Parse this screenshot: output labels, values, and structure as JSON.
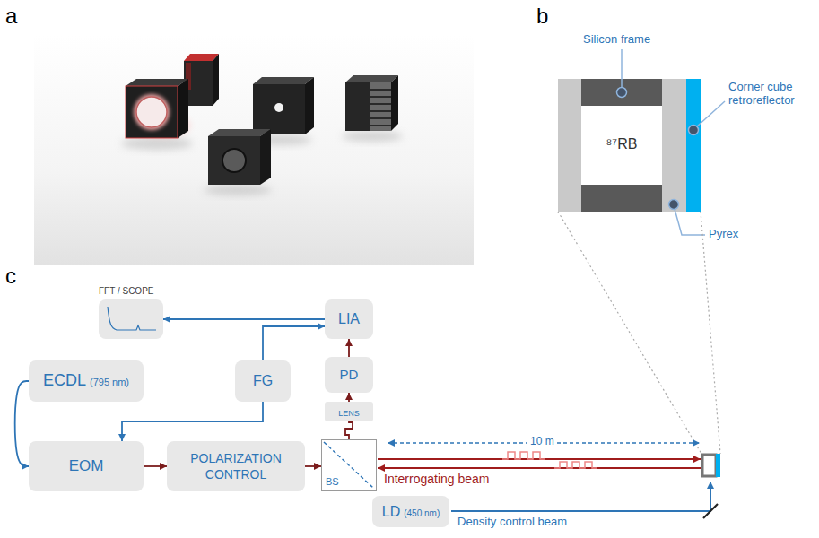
{
  "diagram": {
    "nodes": [
      {
        "text": [
          "FFT / SCOPE"
        ]
      },
      {
        "text": [
          "LIA"
        ]
      },
      {
        "text": [
          "ECDL",
          "(795 nm)"
        ]
      },
      {
        "text": [
          "FG"
        ]
      },
      {
        "text": [
          "PD"
        ]
      },
      {
        "text": [
          "LENS"
        ]
      },
      {
        "text": [
          "EOM"
        ]
      },
      {
        "text": [
          "POLARIZATION CONTROL"
        ]
      },
      {
        "text": [
          "BS"
        ]
      },
      {
        "text": [
          "LD",
          "(450 nm)"
        ]
      }
    ],
    "edges": [
      {
        "from": 1,
        "to": 0,
        "arrow": "to"
      },
      {
        "from": 3,
        "to": 1,
        "arrow": "to"
      },
      {
        "from": 2,
        "to": 6,
        "arrow": "to"
      },
      {
        "from": 3,
        "to": 6,
        "arrow": "to"
      },
      {
        "from": 6,
        "to": 7,
        "arrow": "to"
      },
      {
        "from": 7,
        "to": 8,
        "arrow": "to"
      },
      {
        "from": 8,
        "to": 5,
        "arrow": "none"
      },
      {
        "from": 5,
        "to": 4,
        "arrow": "to"
      },
      {
        "from": 4,
        "to": 1,
        "arrow": "to"
      }
    ],
    "labels": [
      "a",
      "b",
      "c",
      "Silicon frame",
      "Corner cube retroreflector",
      "⁸⁷RB",
      "Pyrex",
      "10 m",
      "Interrogating beam",
      "Density control beam"
    ]
  }
}
